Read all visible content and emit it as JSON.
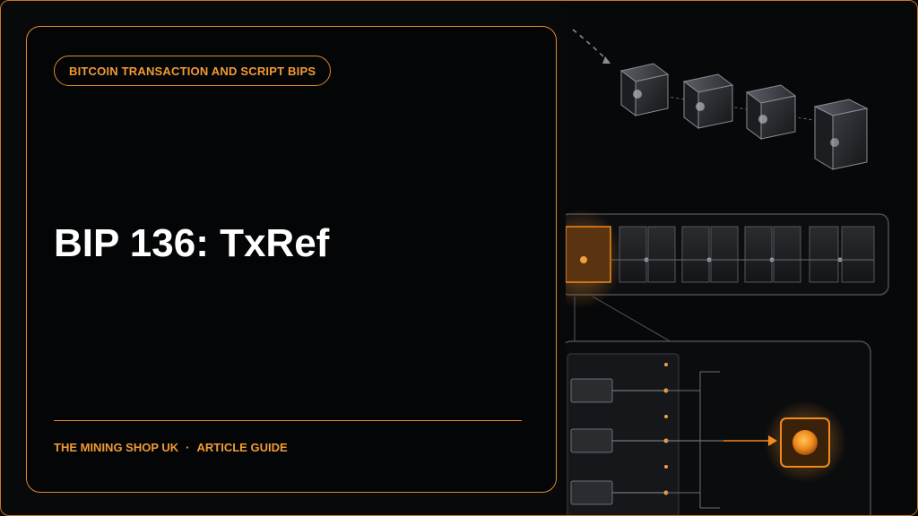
{
  "card": {
    "category_label": "BITCOIN TRANSACTION AND SCRIPT BIPS",
    "title": "BIP 136: TxRef",
    "footer": {
      "brand": "THE MINING SHOP UK",
      "separator": "·",
      "section": "ARTICLE GUIDE"
    }
  },
  "colors": {
    "accent": "#e0892a",
    "accent_text": "#f29a33",
    "background": "#050608",
    "title_text": "#ffffff"
  },
  "icons": {
    "art": "blockchain-illustration"
  }
}
